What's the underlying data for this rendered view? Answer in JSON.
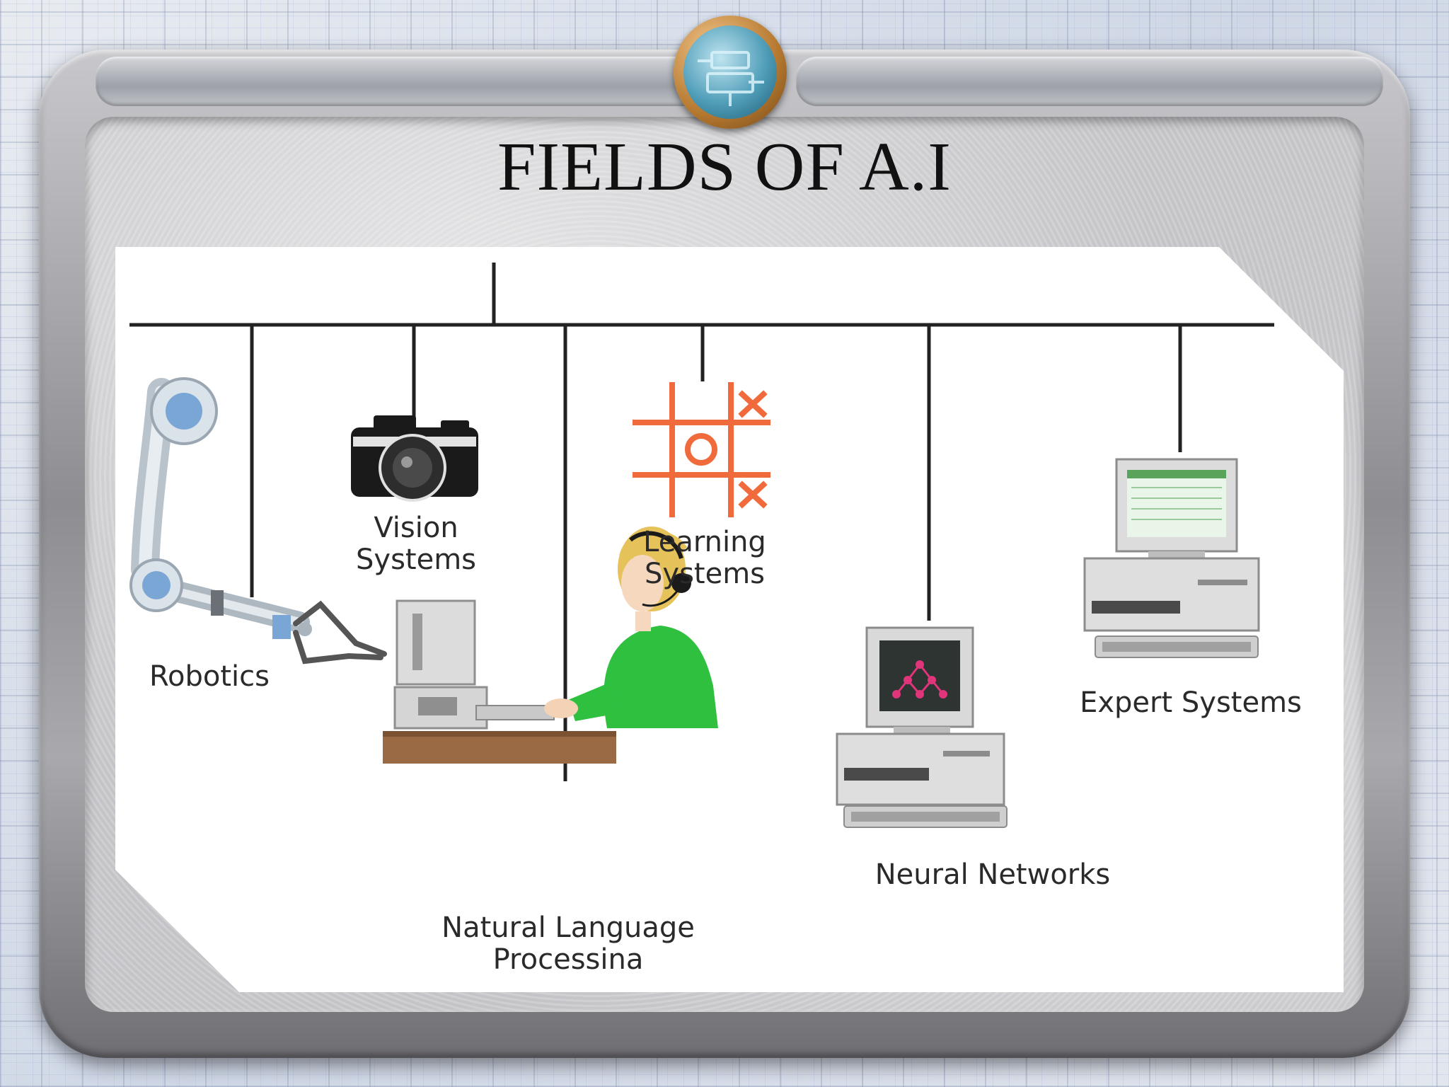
{
  "slide": {
    "title": "FIELDS OF A.I"
  },
  "diagram": {
    "fields": [
      {
        "label_lines": [
          "Robotics"
        ],
        "icon": "robotic-arm-icon"
      },
      {
        "label_lines": [
          "Vision",
          "Systems"
        ],
        "icon": "camera-icon"
      },
      {
        "label_lines": [
          "Natural Language",
          "Processina"
        ],
        "icon": "person-at-computer-icon"
      },
      {
        "label_lines": [
          "Learning",
          "Systems"
        ],
        "icon": "tic-tac-toe-icon"
      },
      {
        "label_lines": [
          "Neural Networks"
        ],
        "icon": "computer-neural-net-icon"
      },
      {
        "label_lines": [
          "Expert Systems"
        ],
        "icon": "desktop-computer-icon"
      }
    ],
    "colors": {
      "tic_tac_toe": "#f06a3c",
      "headset_person_shirt": "#2fc040",
      "hair": "#e6c25a",
      "desk": "#9a6a45",
      "neural_nodes": "#e0357a"
    }
  }
}
